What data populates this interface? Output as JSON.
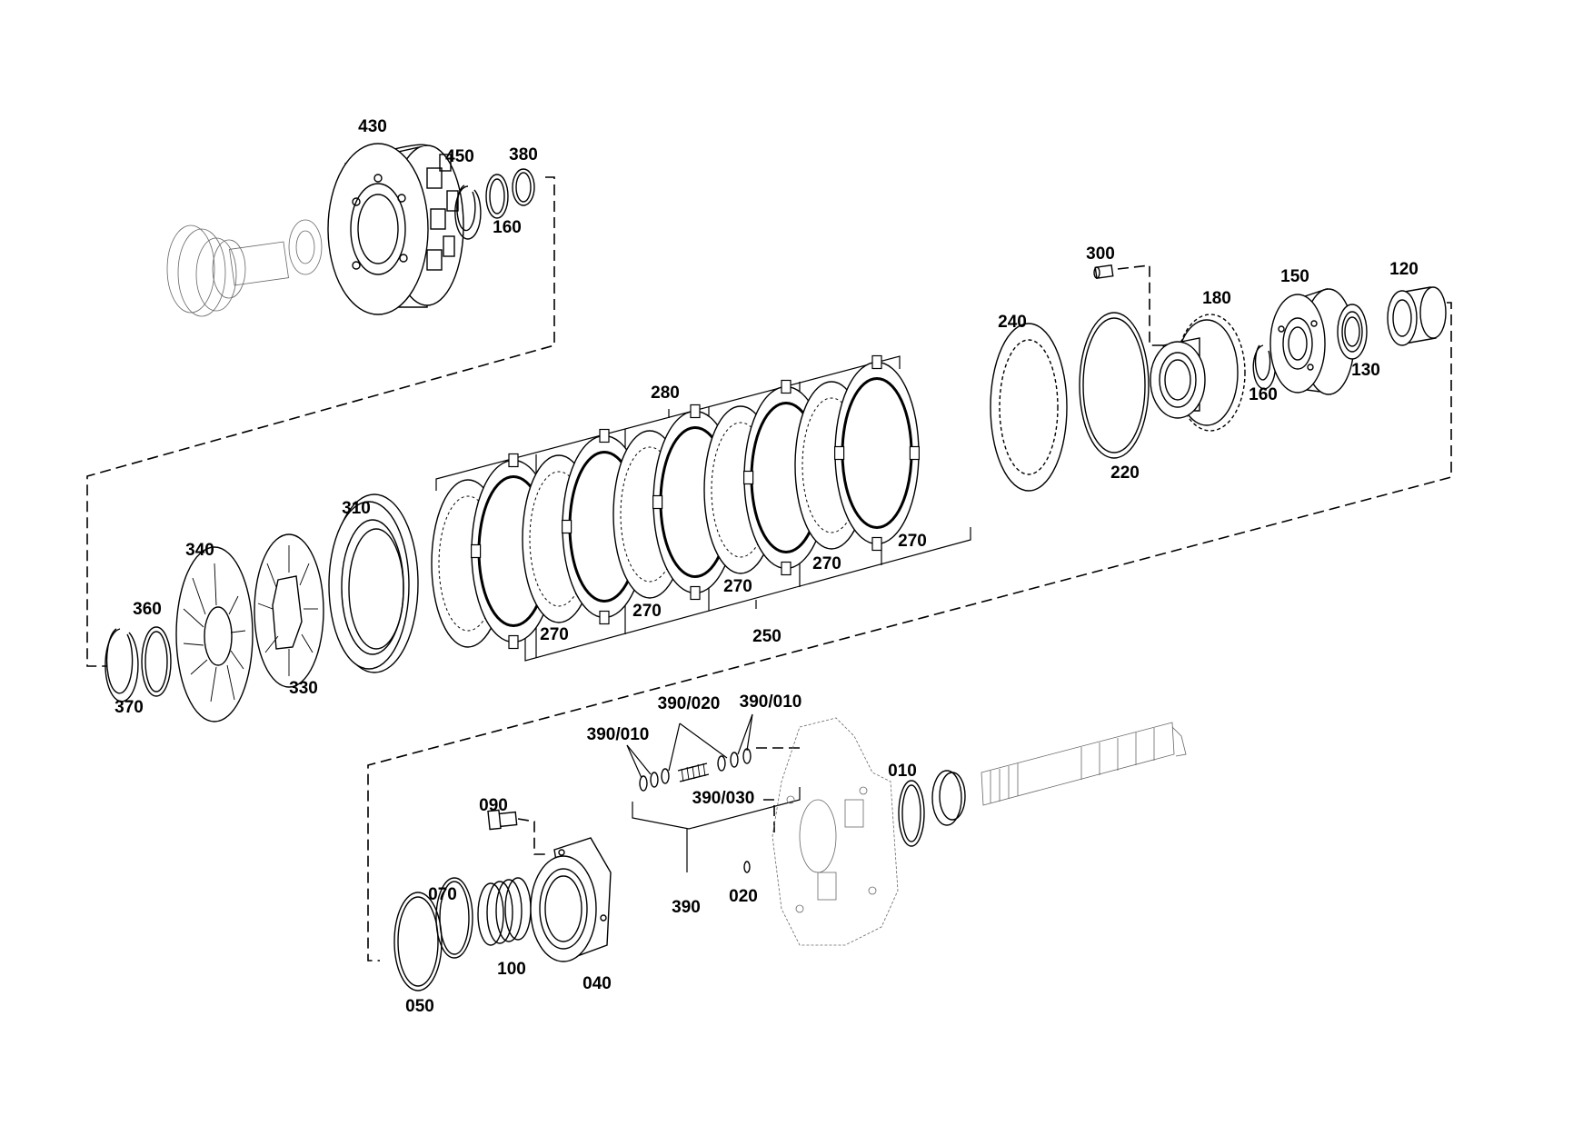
{
  "labels": {
    "p430": "430",
    "p450": "450",
    "p380": "380",
    "p160a": "160",
    "p300": "300",
    "p180": "180",
    "p150": "150",
    "p120": "120",
    "p240": "240",
    "p130": "130",
    "p160b": "160",
    "p220": "220",
    "p280": "280",
    "p310": "310",
    "p340": "340",
    "p360": "360",
    "p370": "370",
    "p330": "330",
    "p270a": "270",
    "p270b": "270",
    "p270c": "270",
    "p270d": "270",
    "p270e": "270",
    "p250": "250",
    "p390_020": "390/020",
    "p390_010a": "390/010",
    "p390_010b": "390/010",
    "p390_030": "390/030",
    "p090": "090",
    "p010": "010",
    "p070": "070",
    "p100": "100",
    "p390": "390",
    "p020": "020",
    "p040": "040",
    "p050": "050"
  }
}
